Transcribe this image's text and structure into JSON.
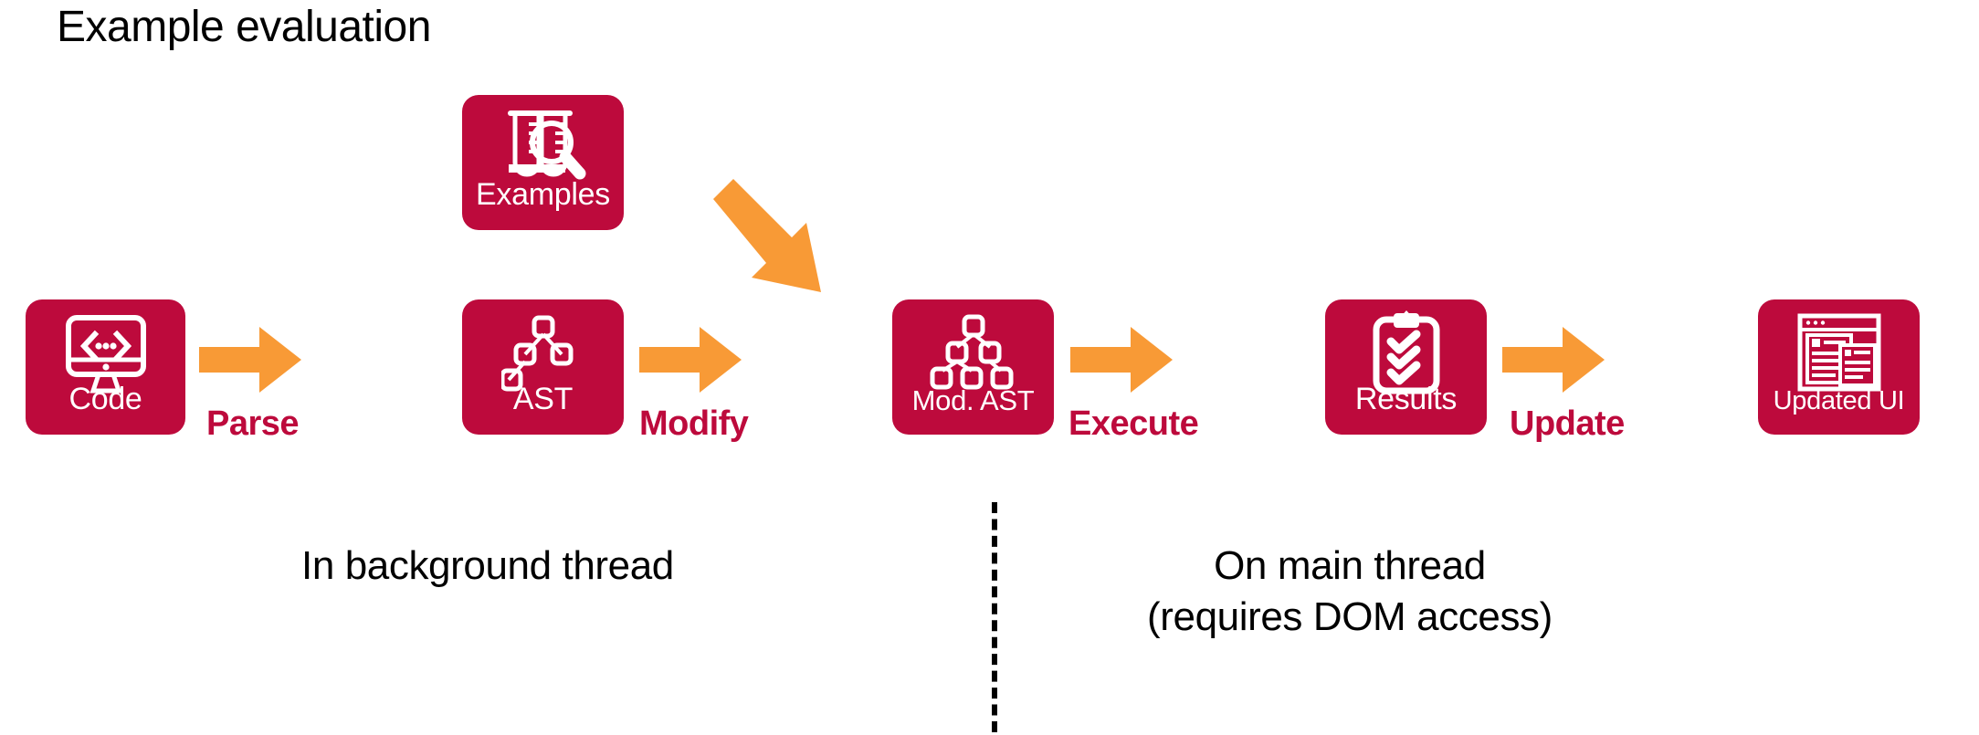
{
  "title": "Example evaluation",
  "colors": {
    "crimson": "#BD0A3C",
    "orange": "#F89A36",
    "white": "#FFFFFF",
    "black": "#000000",
    "background": "#FFFFFF"
  },
  "cards": [
    {
      "id": "code",
      "label": "Code",
      "icon": "monitor-code-icon"
    },
    {
      "id": "examples",
      "label": "Examples",
      "icon": "test-tubes-magnifier-icon"
    },
    {
      "id": "ast",
      "label": "AST",
      "icon": "tree-nodes-icon"
    },
    {
      "id": "modast",
      "label": "Mod. AST",
      "icon": "tree-nodes-full-icon"
    },
    {
      "id": "results",
      "label": "Results",
      "icon": "clipboard-checks-icon"
    },
    {
      "id": "updatedui",
      "label": "Updated UI",
      "icon": "browser-window-icon"
    }
  ],
  "arrows": [
    {
      "id": "parse",
      "label": "Parse",
      "direction": "right"
    },
    {
      "id": "modify",
      "label": "Modify",
      "direction": "right"
    },
    {
      "id": "execute",
      "label": "Execute",
      "direction": "right"
    },
    {
      "id": "update",
      "label": "Update",
      "direction": "right"
    },
    {
      "id": "diagonal",
      "label": "",
      "direction": "down-right"
    }
  ],
  "divider": {
    "style": "dashed",
    "orientation": "vertical"
  },
  "captions": {
    "background": "In background thread",
    "main_line1": "On main thread",
    "main_line2": "(requires DOM access)"
  }
}
